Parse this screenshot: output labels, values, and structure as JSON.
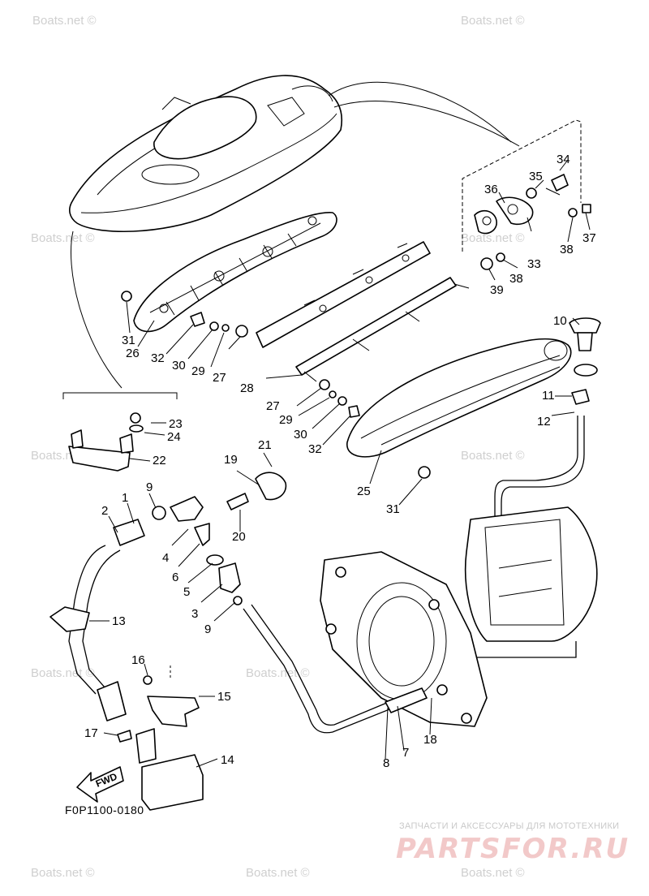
{
  "watermark": "Boats.net ©",
  "diagram_code": "F0P1100-0180",
  "fwd_label": "FWD",
  "logo": {
    "tagline": "ЗАПЧАСТИ И АКСЕССУАРЫ ДЛЯ МОТОТЕХНИКИ",
    "name": "PARTSFOR.RU"
  },
  "callouts": [
    "1",
    "2",
    "3",
    "4",
    "5",
    "6",
    "7",
    "8",
    "9",
    "9",
    "10",
    "11",
    "12",
    "13",
    "14",
    "15",
    "16",
    "17",
    "18",
    "19",
    "20",
    "21",
    "22",
    "23",
    "24",
    "25",
    "26",
    "27",
    "27",
    "28",
    "29",
    "29",
    "30",
    "30",
    "31",
    "31",
    "32",
    "32",
    "33",
    "34",
    "35",
    "36",
    "37",
    "38",
    "38",
    "39"
  ]
}
